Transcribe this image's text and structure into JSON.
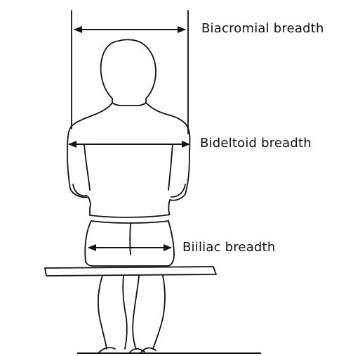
{
  "labels": {
    "biacromial": "Biacromial breadth",
    "bideltoid": "Bideltoid breadth",
    "biiliac": "Biiliac breadth"
  },
  "colors": {
    "ink": "#111111",
    "background": "#ffffff"
  }
}
